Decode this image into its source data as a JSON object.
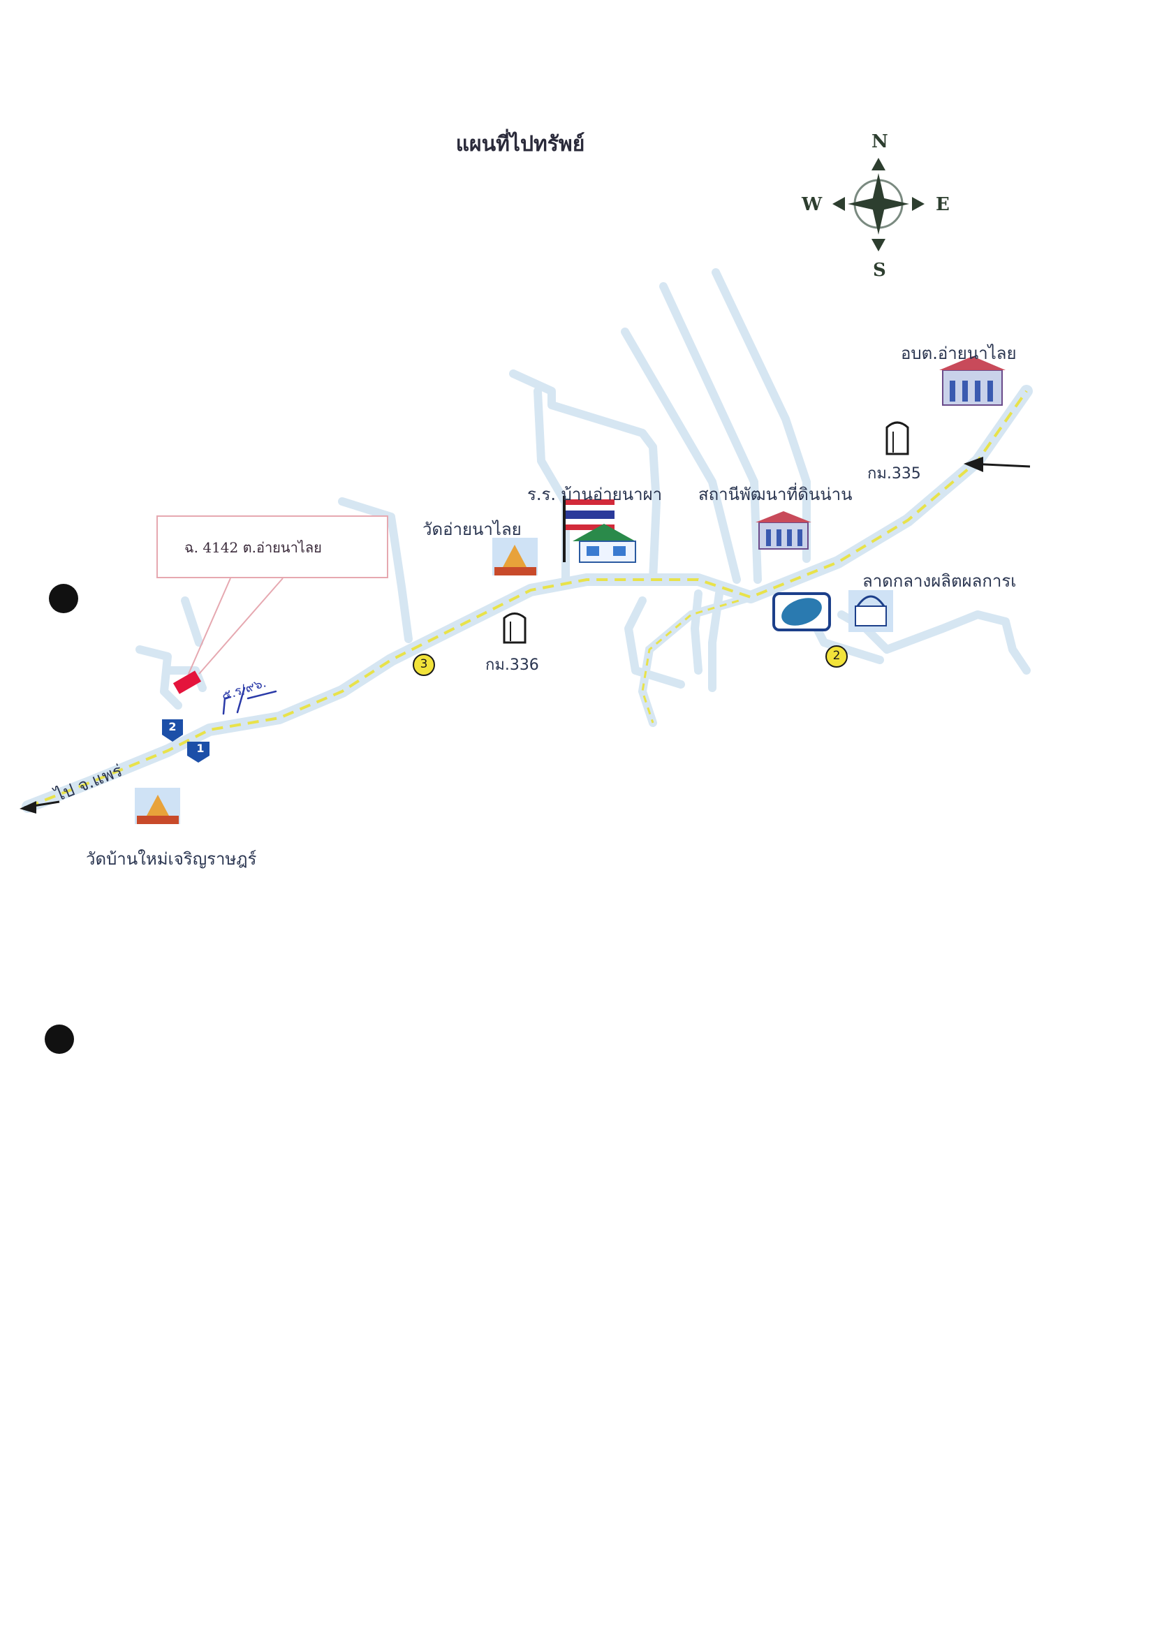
{
  "title": "แผนที่ไปทรัพย์",
  "compass": {
    "north": "N",
    "south": "S",
    "east": "E",
    "west": "W"
  },
  "landmarks": {
    "sao_office": "อบต.อ่ายนาไลย",
    "km335": "กม.335",
    "land_station": "สถานีพัฒนาที่ดินน่าน",
    "school": "ร.ร. บ้านอ่ายนาผา",
    "wat_ai_na_lai": "วัดอ่ายนาไลย",
    "market": "ลาดกลางผลิตผลการเ",
    "km336": "กม.336",
    "wat_ban_mai": "วัดบ้านใหม่เจริญราษฎร์",
    "to_phrae": "ไป จ.แพร่",
    "handwritten_note": "๕.ร/๙๖."
  },
  "callout": {
    "text": "ฉ. 4142 ต.อ่ายนาไลย"
  },
  "markers": {
    "m1": "1",
    "m2": "2",
    "circle2": "2",
    "circle3": "3"
  },
  "colors": {
    "road": "#d6e6f2",
    "highway_dash": "#e8e24a",
    "marker_blue": "#1c4fa8",
    "marker_yellow": "#f2e33a",
    "property_red": "#e4143c",
    "callout_border": "#e6a8b0"
  }
}
